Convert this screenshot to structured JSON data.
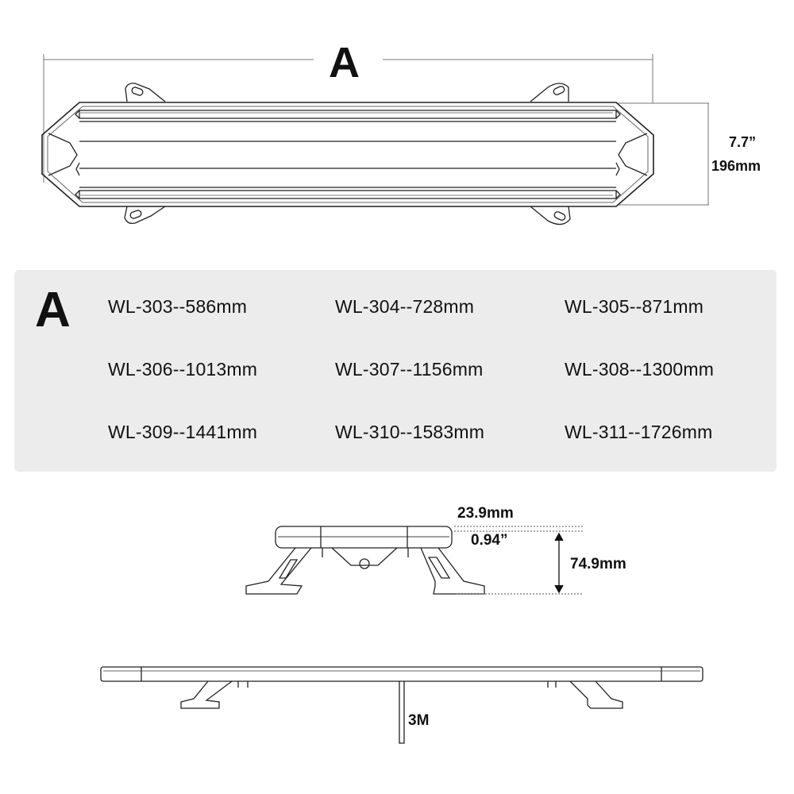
{
  "top_view": {
    "label_a": "A",
    "height_in": "7.7”",
    "height_mm": "196mm"
  },
  "spec_table": {
    "label": "A",
    "items": [
      "WL-303--586mm",
      "WL-304--728mm",
      "WL-305--871mm",
      "WL-306--1013mm",
      "WL-307--1156mm",
      "WL-308--1300mm",
      "WL-309--1441mm",
      "WL-310--1583mm",
      "WL-311--1726mm"
    ]
  },
  "side_view": {
    "top_thickness_mm": "23.9mm",
    "top_thickness_in": "0.94”",
    "total_height_mm": "74.9mm"
  },
  "front_view": {
    "cable_length": "3M"
  },
  "colors": {
    "line": "#222222",
    "dim_line": "#777777",
    "panel_bg": "#ececec"
  }
}
